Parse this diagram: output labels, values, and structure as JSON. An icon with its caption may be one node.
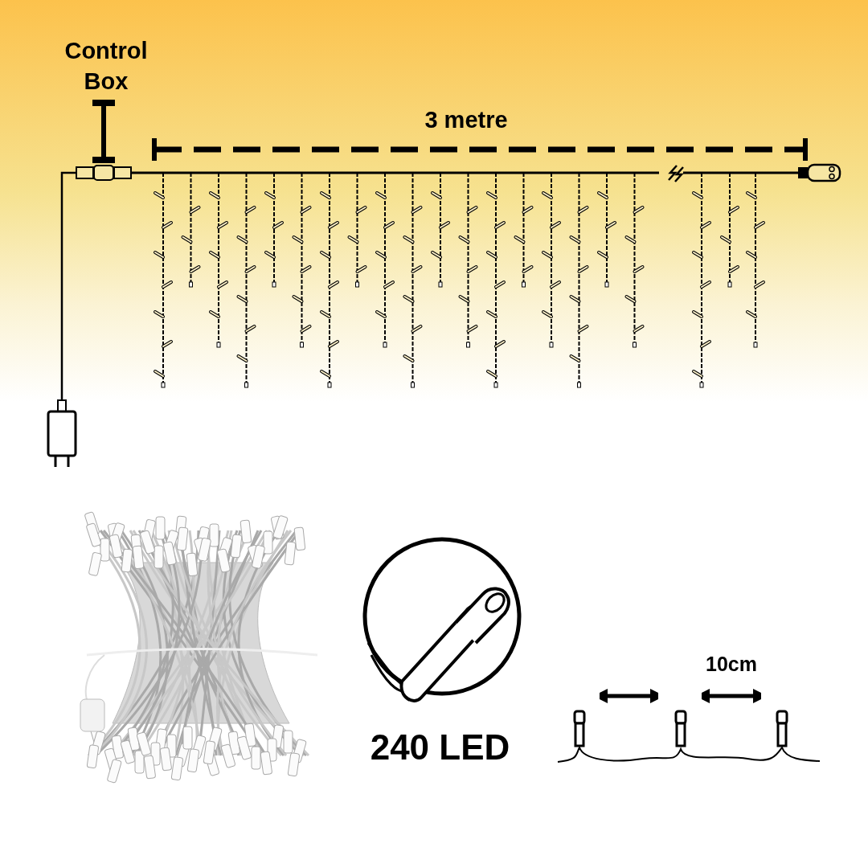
{
  "diagram": {
    "nodes": [
      {
        "text": [
          "Control Box"
        ]
      },
      {
        "text": [],
        "shape": "box"
      }
    ],
    "edges": [
      {
        "from": 0,
        "to": 1,
        "arrow": "other"
      }
    ],
    "labels": [
      "3 metre",
      "240 LED",
      "10cm"
    ]
  }
}
